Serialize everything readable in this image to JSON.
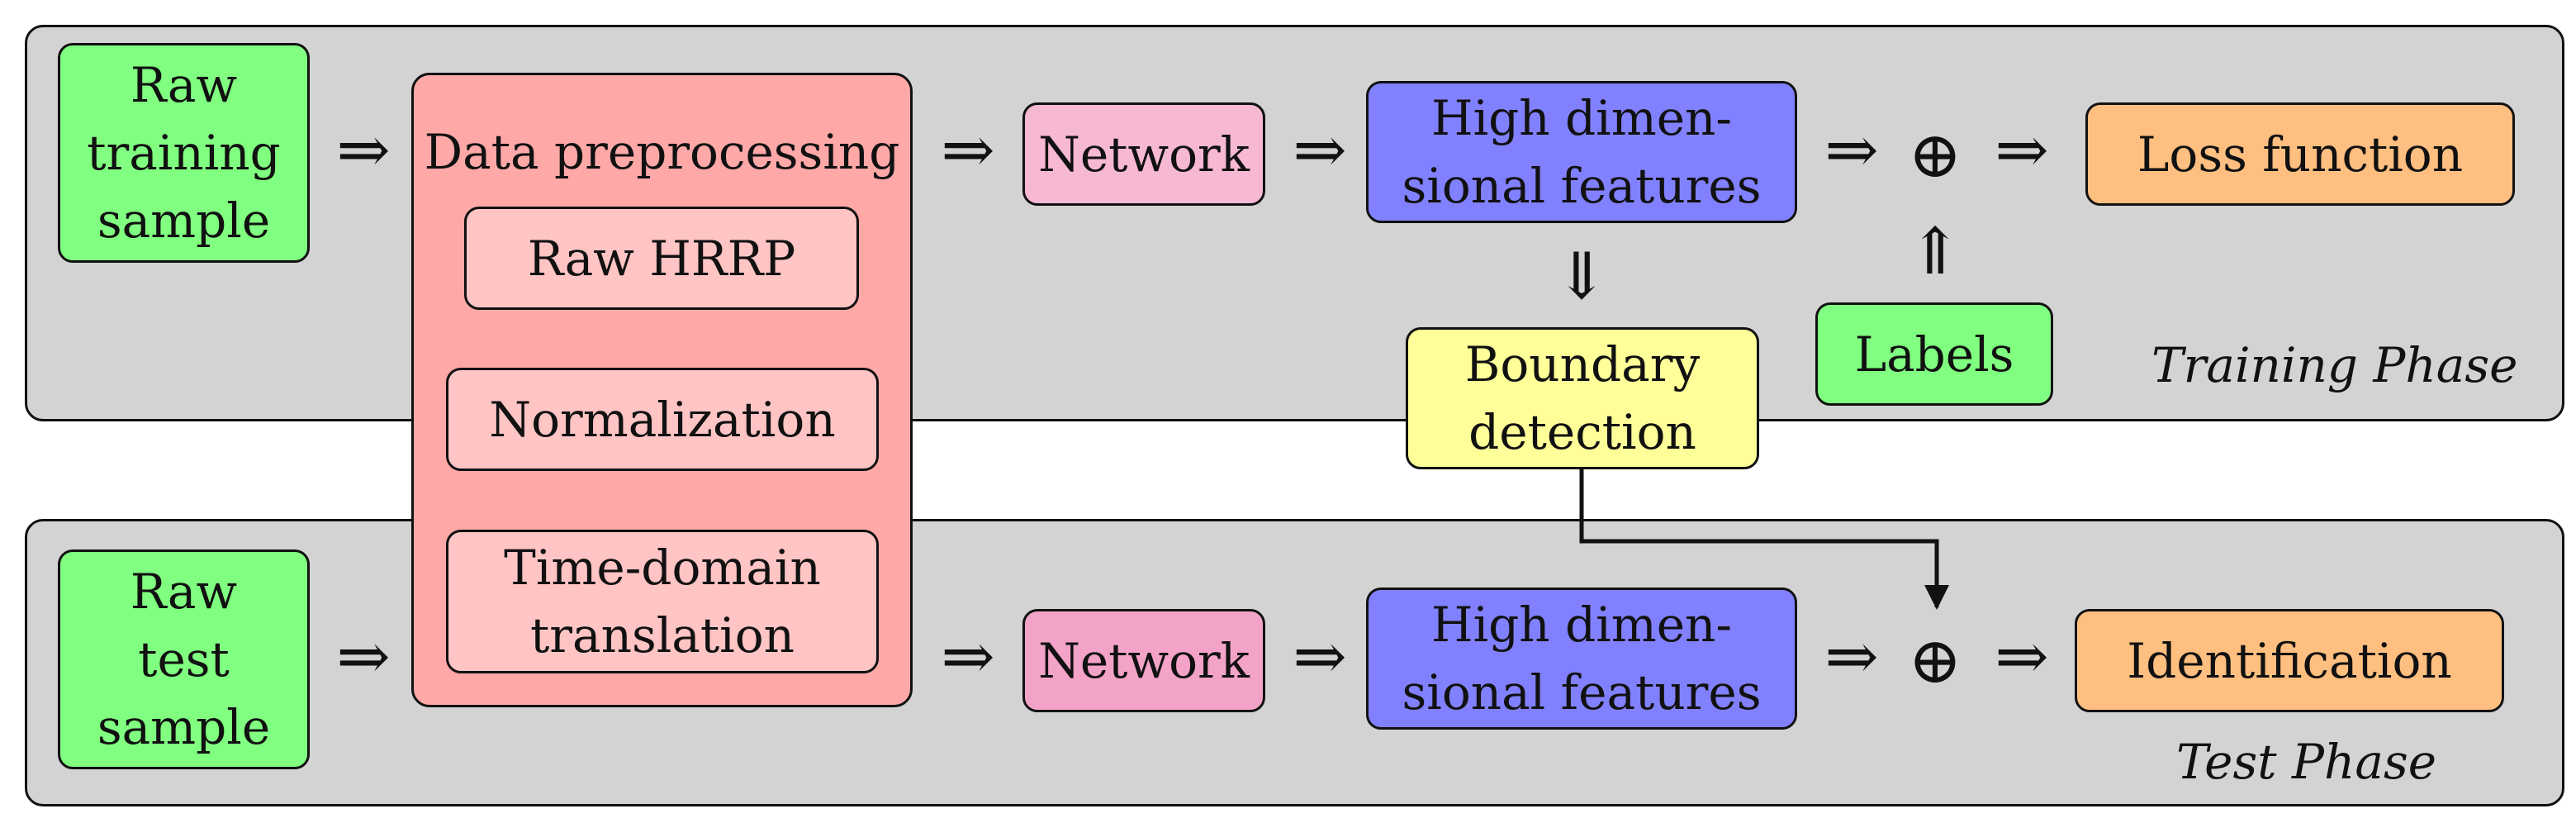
{
  "phases": {
    "training_label": "Training Phase",
    "test_label": "Test Phase"
  },
  "nodes": {
    "raw_training_sample": [
      "Raw",
      "training",
      "sample"
    ],
    "raw_test_sample": [
      "Raw",
      "test",
      "sample"
    ],
    "data_preprocessing": "Data preprocessing",
    "raw_hrrp": "Raw HRRP",
    "normalization": "Normalization",
    "time_domain_translation": [
      "Time-domain",
      "translation"
    ],
    "network_train": "Network",
    "network_test": "Network",
    "features_train": [
      "High dimen-",
      "sional features"
    ],
    "features_test": [
      "High dimen-",
      "sional features"
    ],
    "boundary_detection": [
      "Boundary",
      "detection"
    ],
    "labels": "Labels",
    "loss_function": "Loss function",
    "identification": "Identification"
  },
  "symbols": {
    "implies_right": "⇒",
    "implies_down": "⇓",
    "implies_up": "⇑",
    "oplus": "⊕"
  },
  "colors": {
    "phase_bg": "#d3d3d3",
    "green": "#80ff80",
    "pink": "#f7b8d3",
    "pink_dark": "#f4a3c8",
    "blue": "#8181ff",
    "yellow": "#ffff99",
    "orange": "#ffbf80",
    "prep": "#ffa8a8",
    "prep_sub": "#ffc4c4"
  }
}
